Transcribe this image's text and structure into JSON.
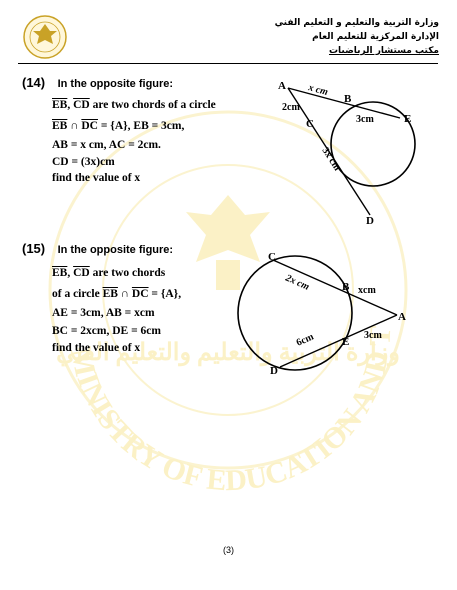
{
  "header": {
    "lines": [
      "وزارة التربية والتعليم و التعليم الفني",
      "الإدارة المركزية للتعليم العام",
      "مكتب مستشار الرياضيات"
    ]
  },
  "watermark": {
    "text": "MINISTRY OF EDUCATION AND TECHNICAL EDUCATION",
    "arabic": "وزارة التربية والتعليم والتعليم الفني"
  },
  "q14": {
    "number": "(14)",
    "title": "In the opposite figure:",
    "line1_a": "EB",
    "line1_b": "CD",
    "line1_rest": "are two chords of a circle",
    "line2_a": "EB",
    "line2_b": "DC",
    "line2_rest": "= {A}, EB = 3cm,",
    "line3": "AB = x cm, AC = 2cm.",
    "line4": "CD = (3x)cm",
    "line5": "find the value of x",
    "labels": {
      "A": "A",
      "B": "B",
      "C": "C",
      "D": "D",
      "E": "E",
      "AB": "x cm",
      "AC": "2cm",
      "BE": "3cm",
      "CD": "3x cm"
    }
  },
  "q15": {
    "number": "(15)",
    "title": "In the opposite figure:",
    "line1_a": "EB",
    "line1_b": "CD",
    "line1_rest": "are two chords",
    "line2_pre": "of a circle",
    "line2_a": "EB",
    "line2_b": "DC",
    "line2_rest": "= {A},",
    "line3": "AE = 3cm, AB = xcm",
    "line4": "BC = 2xcm, DE = 6cm",
    "line5": "find the value of x",
    "labels": {
      "A": "A",
      "B": "B",
      "C": "C",
      "D": "D",
      "E": "E",
      "BC": "2x cm",
      "AB": "xcm",
      "AE": "3cm",
      "DE": "6cm"
    }
  },
  "page_number": "(3)"
}
